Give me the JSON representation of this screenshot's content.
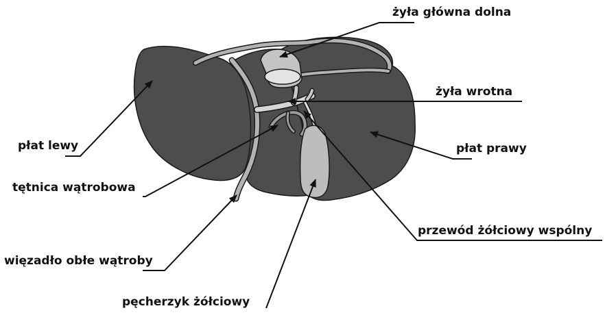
{
  "labels": {
    "vena_cava": "żyła główna dolna",
    "portal_vein": "żyła wrotna",
    "left_lobe": "płat lewy",
    "right_lobe": "płat prawy",
    "hepatic_artery": "tętnica wątrobowa",
    "common_bile_duct": "przewód żółciowy wspólny",
    "round_ligament": "więzadło obłe wątroby",
    "gallbladder": "pęcherzyk żółciowy"
  },
  "colors": {
    "liver": "#4d4d4d",
    "vessel": "#b3b3b3",
    "gallbladder": "#bdbdbd",
    "outline": "#1a1a1a",
    "leader_line": "#111111"
  }
}
